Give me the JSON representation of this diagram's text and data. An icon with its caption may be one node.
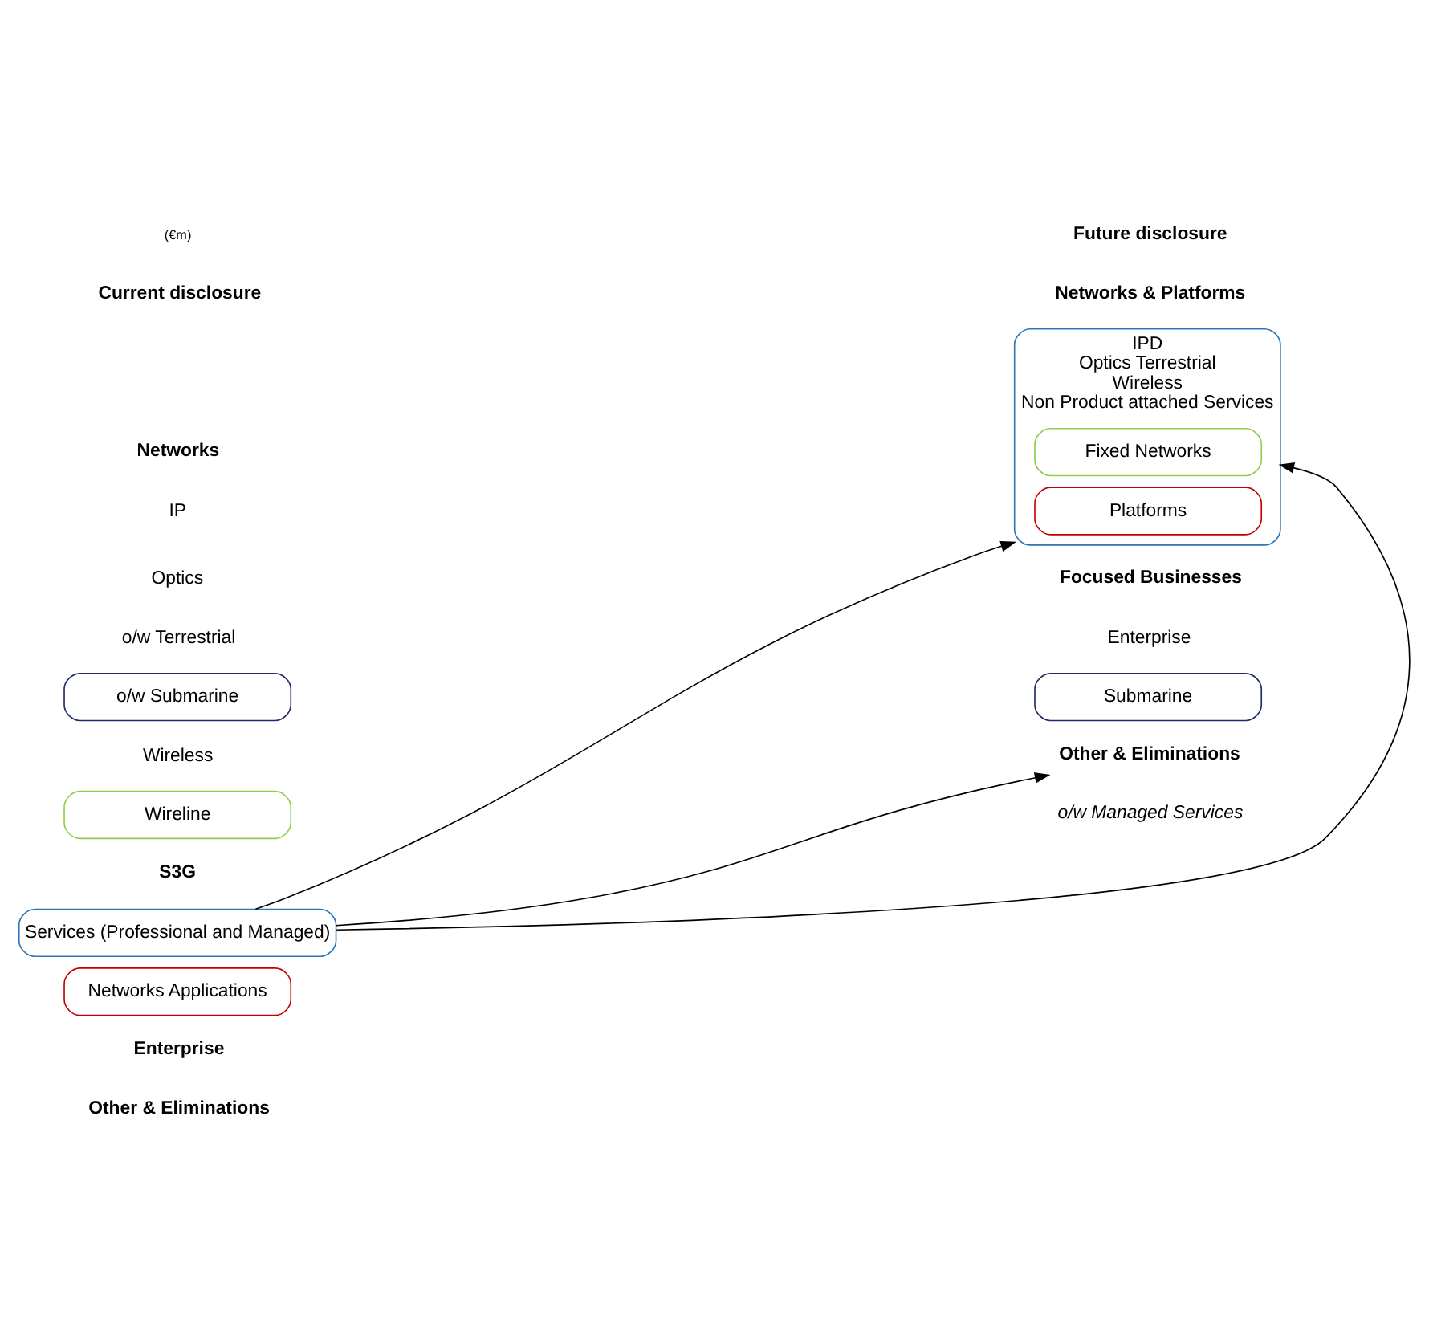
{
  "diagram": {
    "nodes": [
      {
        "text": [
          "o/w Submarine"
        ]
      },
      {
        "text": [
          "Wireline"
        ]
      },
      {
        "text": [
          "Services (Professional and Managed)"
        ]
      },
      {
        "text": [
          "Networks Applications"
        ]
      },
      {
        "text": [
          "IPD",
          "Optics Terrestrial",
          "Wireless",
          "Non Product attached Services"
        ]
      },
      {
        "text": [
          "Fixed Networks"
        ],
        "in": 4
      },
      {
        "text": [
          "Platforms"
        ],
        "in": 4
      },
      {
        "text": [
          "Submarine"
        ]
      },
      {
        "text": [
          "Other & Eliminations"
        ]
      }
    ],
    "edges": [
      {
        "from": 2,
        "to": 4,
        "arrow": "to"
      },
      {
        "from": 2,
        "to": 4,
        "arrow": "to"
      },
      {
        "from": 2,
        "to": 8,
        "arrow": "to"
      }
    ],
    "labels": [
      "(€m)",
      "Current disclosure",
      "Networks",
      "IP",
      "Optics",
      "o/w Terrestrial",
      "Wireless",
      "S3G",
      "Enterprise",
      "Other & Eliminations",
      "Future disclosure",
      "Networks & Platforms",
      "Focused Businesses",
      "Enterprise",
      "o/w Managed Services"
    ]
  }
}
